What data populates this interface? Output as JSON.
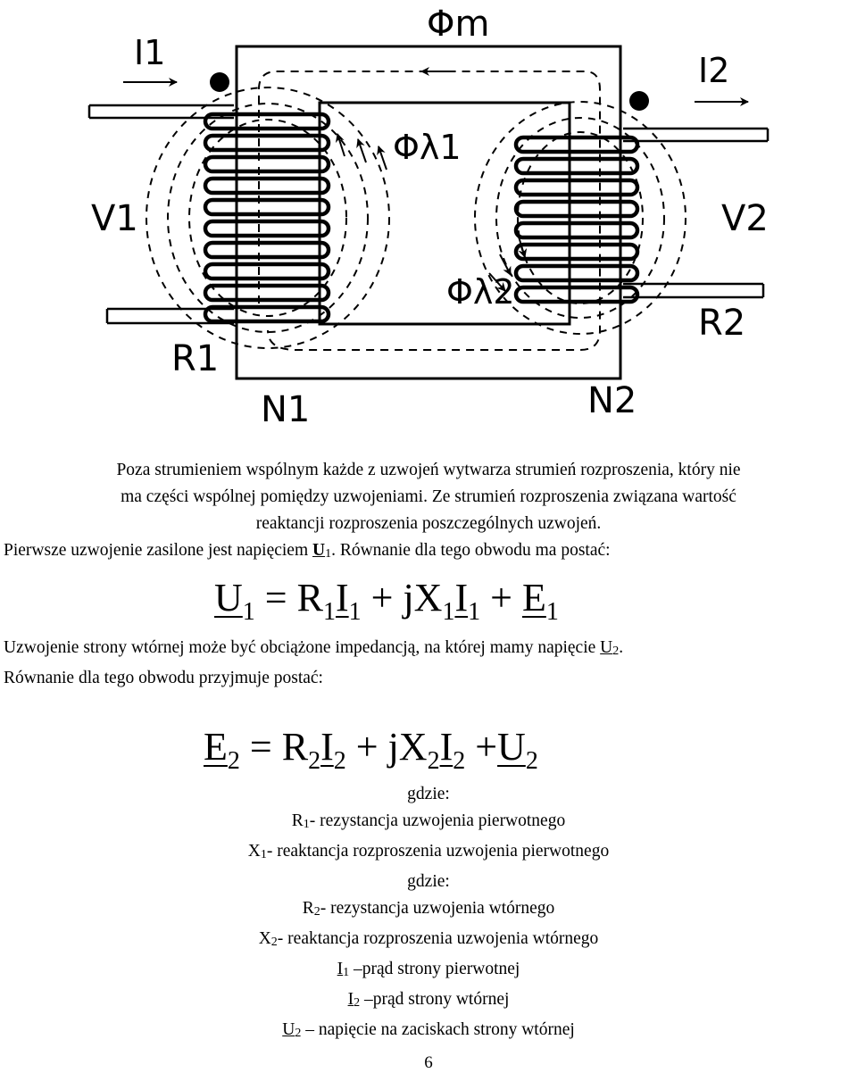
{
  "diagram": {
    "labels": {
      "phi_m": "Φm",
      "I1": "I1",
      "I2": "I2",
      "V1": "V1",
      "V2": "V2",
      "phi_l1": "Φλ1",
      "phi_l2": "Φλ2",
      "R1": "R1",
      "R2": "R2",
      "N1": "N1",
      "N2": "N2"
    }
  },
  "intro": {
    "line1": "Poza strumieniem wspólnym każde z uzwojeń wytwarza strumień rozproszenia, który nie",
    "line2": "ma części wspólnej pomiędzy uzwojeniami. Ze strumień rozproszenia związana wartość",
    "line3": "reaktancji rozproszenia poszczególnych uzwojeń.",
    "line4a": "Pierwsze uzwojenie zasilone jest napięciem ",
    "line4_sym": "U",
    "line4_sub": "1",
    "line4b": ". Równanie dla tego obwodu ma postać:"
  },
  "equation1": {
    "U": "U",
    "s1": "1",
    "eq": " = ",
    "R": "R",
    "s2": "1",
    "I": "I",
    "s3": "1",
    "plus1": " + ",
    "jX": "jX",
    "s4": "1",
    "I2": "I",
    "s5": "1",
    "plus2": " + ",
    "E": "E",
    "s6": "1"
  },
  "middle": {
    "line1a": "Uzwojenie strony wtórnej może być obciążone impedancją, na której mamy napięcie ",
    "line1_sym": "U",
    "line1_sub": "2",
    "line1b": ".",
    "line2": "Równanie dla tego obwodu przyjmuje postać:"
  },
  "equation2": {
    "E": "E",
    "s1": "2",
    "eq": " = ",
    "R": "R",
    "s2": "2",
    "I": "I",
    "s3": "2",
    "plus1": " + ",
    "jX": "jX",
    "s4": "2",
    "I2": "I",
    "s5": "2",
    "plus2": " +",
    "U": "U",
    "s6": "2"
  },
  "definitions": {
    "gdzie1": "gdzie:",
    "r1_sym": "R",
    "r1_sub": "1",
    "r1_text": "- rezystancja uzwojenia pierwotnego",
    "x1_sym": "X",
    "x1_sub": "1",
    "x1_text": "- reaktancja rozproszenia uzwojenia pierwotnego",
    "gdzie2": "gdzie:",
    "r2_sym": "R",
    "r2_sub": "2",
    "r2_text": "- rezystancja uzwojenia wtórnego",
    "x2_sym": "X",
    "x2_sub": "2",
    "x2_text": "- reaktancja rozproszenia uzwojenia wtórnego",
    "i1_sym": "I",
    "i1_sub": "1",
    "i1_text": " –prąd strony pierwotnej",
    "i2_sym": "I",
    "i2_sub": "2",
    "i2_text": " –prąd strony wtórnej",
    "u2_sym": "U",
    "u2_sub": "2",
    "u2_text": " – napięcie na zaciskach strony wtórnej"
  },
  "page_number": "6"
}
